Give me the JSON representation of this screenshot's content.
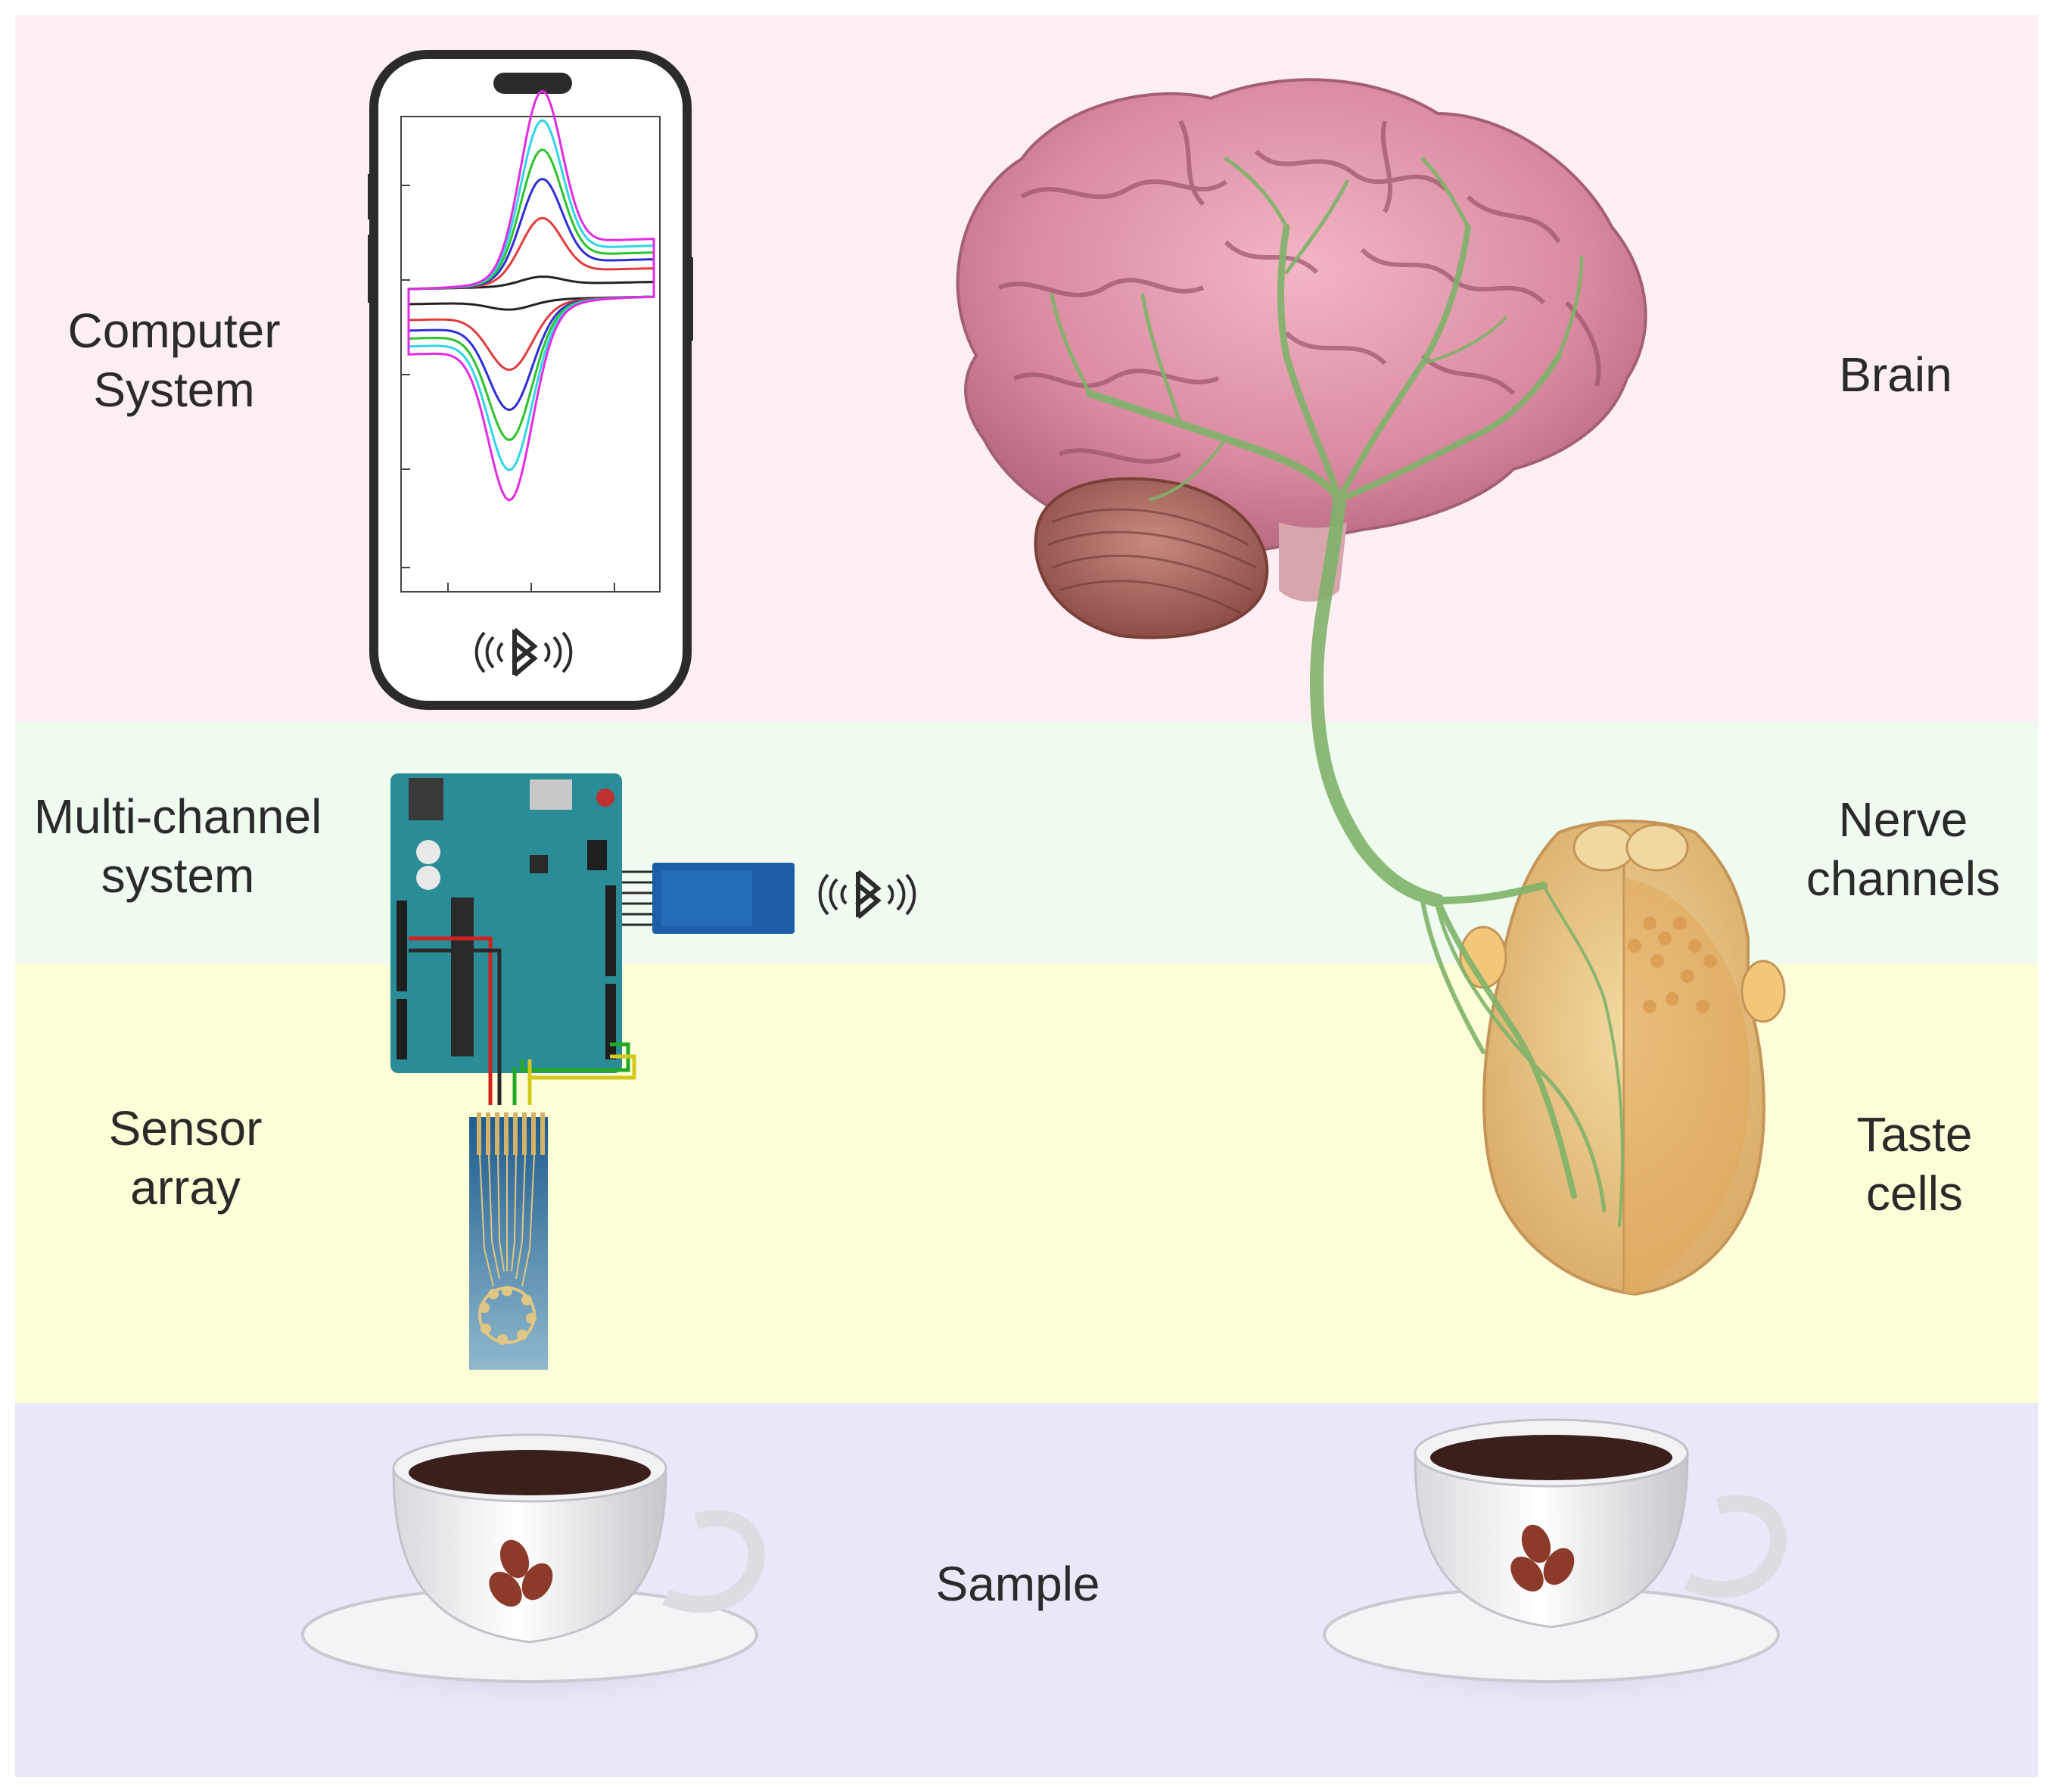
{
  "labels": {
    "computer_system": [
      "Computer",
      "System"
    ],
    "multi_channel_system": [
      "Multi-channel",
      "system"
    ],
    "sensor_array": [
      "Sensor",
      "array"
    ],
    "brain": [
      "Brain"
    ],
    "nerve_channels": [
      "Nerve",
      "channels"
    ],
    "taste_cells": [
      "Taste",
      "cells"
    ],
    "sample": [
      "Sample"
    ]
  },
  "band_colors": {
    "computer": "#fdeef4",
    "multichannel": "#eefbee",
    "sensor": "#fdfdd8",
    "sample": "#e8e8f8"
  },
  "icons": [
    "smartphone-icon",
    "bluetooth-icon",
    "microcontroller-board-icon",
    "bluetooth-module-icon",
    "sensor-strip-icon",
    "brain-icon",
    "nerve-icon",
    "tongue-icon",
    "coffee-cup-icon"
  ],
  "curve_colors": [
    "#222222",
    "#e23b3b",
    "#2e2ed8",
    "#2bc42b",
    "#2ed6e6",
    "#e22be2"
  ]
}
